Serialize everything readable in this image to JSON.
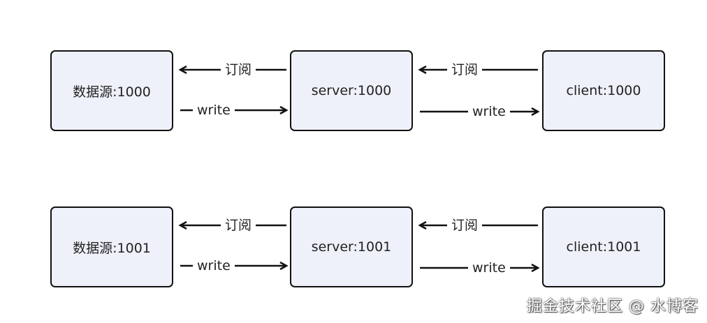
{
  "rows": [
    {
      "source": "数据源:1000",
      "server": "server:1000",
      "client": "client:1000"
    },
    {
      "source": "数据源:1001",
      "server": "server:1001",
      "client": "client:1001"
    }
  ],
  "edge_labels": {
    "subscribe": "订阅",
    "write": "write"
  },
  "watermark": "掘金技术社区 @ 水博客",
  "colors": {
    "box_fill": "#eef1f9",
    "stroke": "#111111"
  }
}
